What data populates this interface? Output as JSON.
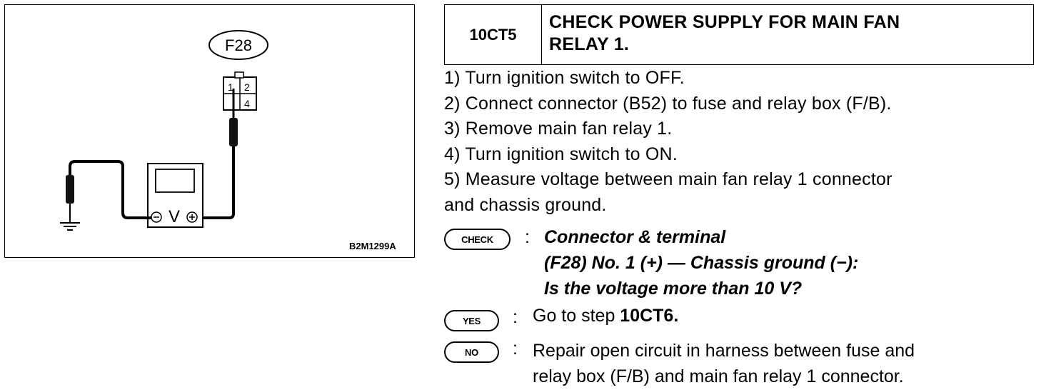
{
  "figure": {
    "connector_label": "F28",
    "pins": [
      "1",
      "2",
      "4"
    ],
    "meter_symbol": "V",
    "figure_id": "B2M1299A"
  },
  "step": {
    "code": "10CT5",
    "title_line1": "CHECK POWER SUPPLY FOR MAIN FAN",
    "title_line2": "RELAY 1."
  },
  "instructions": [
    "1)  Turn ignition switch to OFF.",
    "2)  Connect connector (B52) to fuse and relay box (F/B).",
    "3)  Remove main fan relay 1.",
    "4)  Turn ignition switch to ON.",
    "5)  Measure voltage between main fan relay 1 connector",
    "and chassis ground."
  ],
  "check": {
    "badge": "CHECK",
    "line1": "Connector & terminal",
    "line2": "(F28) No. 1 (+) — Chassis ground (−):",
    "line3": "Is the voltage more than 10 V?"
  },
  "yes": {
    "badge": "YES",
    "prefix": "Go to step ",
    "target": "10CT6."
  },
  "no": {
    "badge": "NO",
    "line1": "Repair open circuit in harness between fuse and",
    "line2": "relay box (F/B) and main fan relay 1 connector."
  }
}
